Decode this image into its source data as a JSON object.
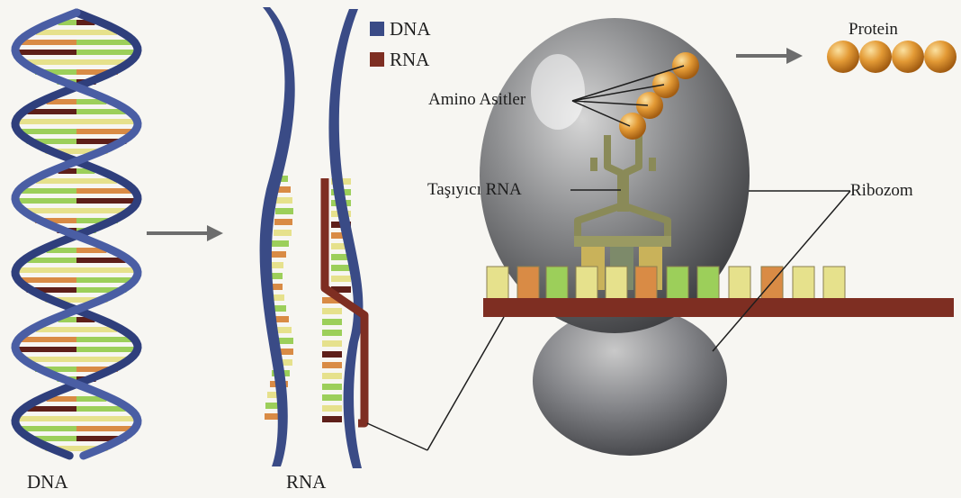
{
  "legend": {
    "dna": {
      "label": "DNA",
      "color": "#3a4b86"
    },
    "rna": {
      "label": "RNA",
      "color": "#7e2e22"
    }
  },
  "labels": {
    "dna_caption": "DNA",
    "rna_caption": "RNA",
    "protein": "Protein",
    "amino_acids": "Amino Asitler",
    "transfer_rna": "Taşıyıcı RNA",
    "ribosome": "Ribozom"
  },
  "colors": {
    "base_green": "#9ccf5a",
    "base_yellow": "#e6e18c",
    "base_orange": "#d98b45",
    "base_dark": "#5e1f19",
    "amino_acid": "#e0922e",
    "ribosome": "#8f9092",
    "arrow": "#6d6d6d",
    "trna": "#8a8a58"
  },
  "icons": {
    "process_arrow": "right-arrow-icon"
  }
}
